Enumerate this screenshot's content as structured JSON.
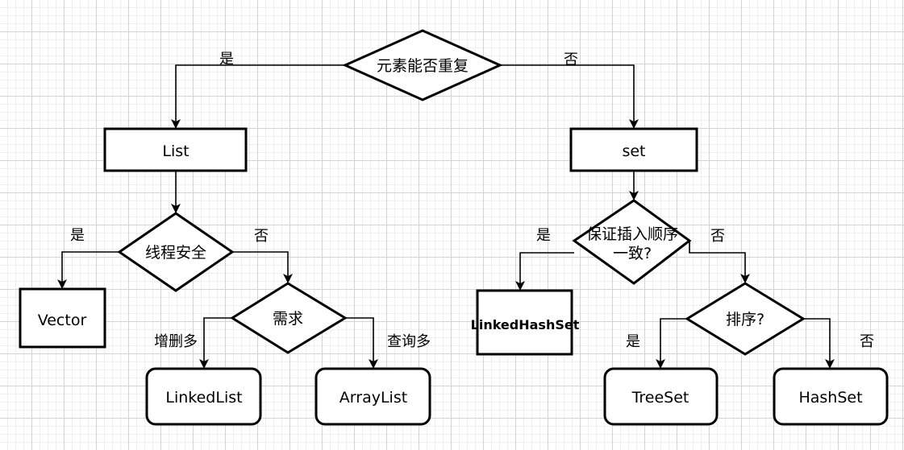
{
  "nodes": {
    "root": "元素能否重复",
    "list": "List",
    "set": "set",
    "thread_safe": "线程安全",
    "vector": "Vector",
    "demand": "需求",
    "linkedlist": "LinkedList",
    "arraylist": "ArrayList",
    "ordered_line1": "保证插入顺序",
    "ordered_line2": "一致?",
    "linkedhashset": "LinkedHashSet",
    "sort": "排序?",
    "treeset": "TreeSet",
    "hashset": "HashSet"
  },
  "edges": {
    "root_yes": "是",
    "root_no": "否",
    "thread_yes": "是",
    "thread_no": "否",
    "demand_left": "增删多",
    "demand_right": "查询多",
    "ordered_yes": "是",
    "ordered_no": "否",
    "sort_yes": "是",
    "sort_no": "否"
  }
}
